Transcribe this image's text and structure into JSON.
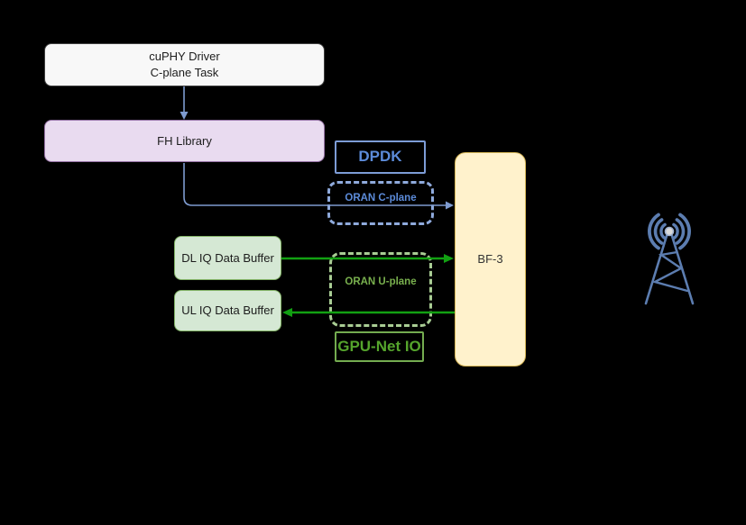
{
  "diagram": {
    "background_color": "#000000",
    "nodes": {
      "cuphy": {
        "line1": "cuPHY Driver",
        "line2": "C-plane Task",
        "fill": "#F8F8F8",
        "border": "#3F3F3F"
      },
      "fh_library": {
        "label": "FH Library",
        "fill": "#E9DBF0",
        "border": "#9673A6"
      },
      "dpdk": {
        "label": "DPDK",
        "border": "#7D9CD6",
        "text_color": "#5C8BD9"
      },
      "oran_cplane": {
        "label": "ORAN C-plane",
        "border": "#8FAADC",
        "text_color": "#5C8BD9",
        "style": "dashed"
      },
      "bf3": {
        "label": "BF-3",
        "fill": "#FFF2CC",
        "border": "#D6B656"
      },
      "dl_iq_buffer": {
        "label": "DL IQ Data Buffer",
        "fill": "#D5E8D4",
        "border": "#82B366"
      },
      "ul_iq_buffer": {
        "label": "UL IQ Data Buffer",
        "fill": "#D5E8D4",
        "border": "#82B366"
      },
      "oran_uplane": {
        "label": "ORAN U-plane",
        "border": "#A9CD94",
        "text_color": "#79B04E",
        "style": "dashed"
      },
      "gpu_net_io": {
        "label": "GPU-Net IO",
        "border": "#74AC50",
        "text_color": "#55A42C"
      }
    },
    "connections": [
      {
        "from": "cuphy",
        "to": "fh_library",
        "color": "#7E9BD0",
        "style": "solid-arrow"
      },
      {
        "from": "fh_library",
        "to": "bf3",
        "via": "oran_cplane",
        "color": "#7E9BD0",
        "style": "solid-arrow"
      },
      {
        "from": "dl_iq_buffer",
        "to": "bf3",
        "via": "oran_uplane",
        "color": "#12A012",
        "style": "solid-arrow"
      },
      {
        "from": "bf3",
        "to": "ul_iq_buffer",
        "via": "oran_uplane",
        "color": "#12A012",
        "style": "solid-arrow"
      }
    ],
    "icons": {
      "cell_tower": {
        "color": "#5C7DB0"
      }
    }
  }
}
